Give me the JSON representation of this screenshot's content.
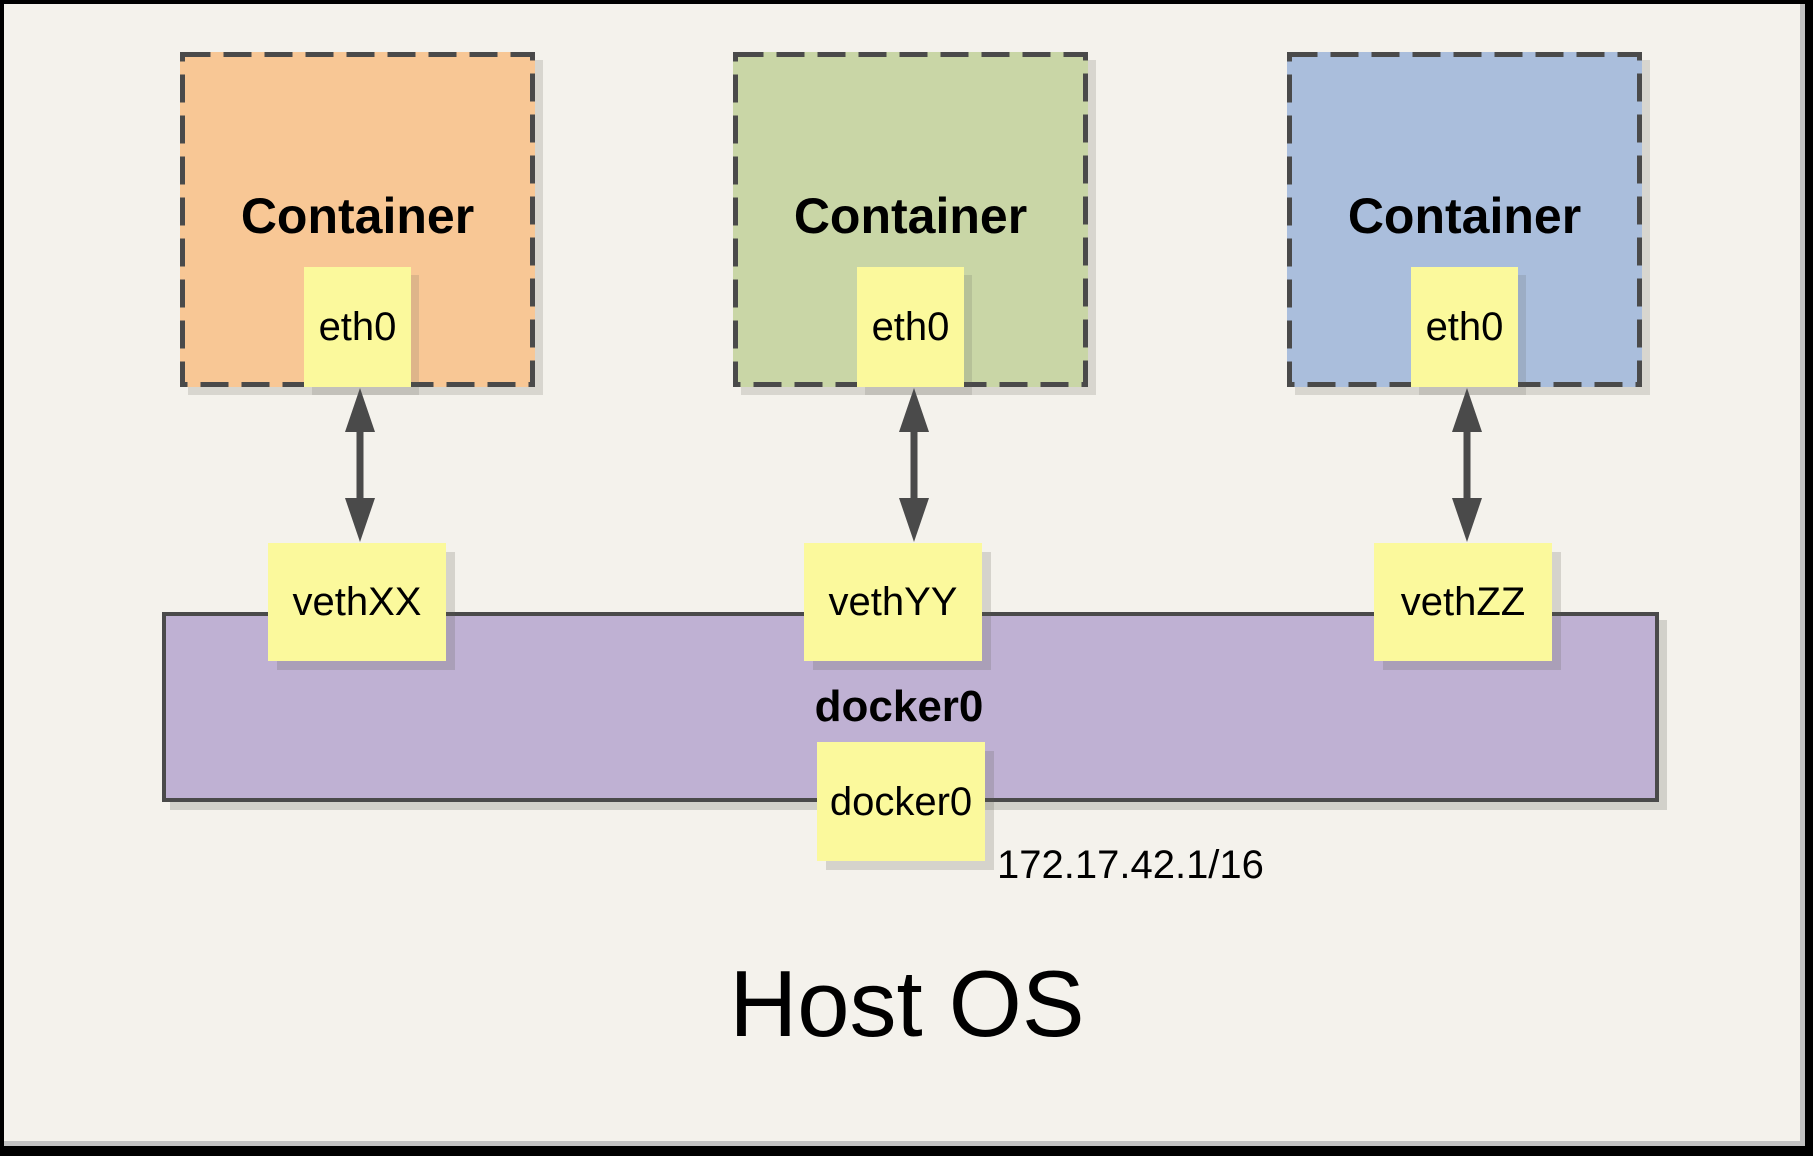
{
  "containers": [
    {
      "label": "Container",
      "interface": "eth0",
      "veth": "vethXX",
      "fill": "#f8c795"
    },
    {
      "label": "Container",
      "interface": "eth0",
      "veth": "vethYY",
      "fill": "#c9d6a6"
    },
    {
      "label": "Container",
      "interface": "eth0",
      "veth": "vethZZ",
      "fill": "#aabedc"
    }
  ],
  "bridge": {
    "label": "docker0",
    "interface": "docker0",
    "ip": "172.17.42.1/16",
    "fill": "#bfb1d3"
  },
  "host": {
    "label": "Host OS"
  },
  "colors": {
    "background": "#f4f2ec",
    "note_yellow": "#fbf99c",
    "line_dark": "#4a4a4a",
    "frame_black": "#000000"
  },
  "icons": {
    "connection_arrow": "double-headed-vertical-arrow"
  }
}
